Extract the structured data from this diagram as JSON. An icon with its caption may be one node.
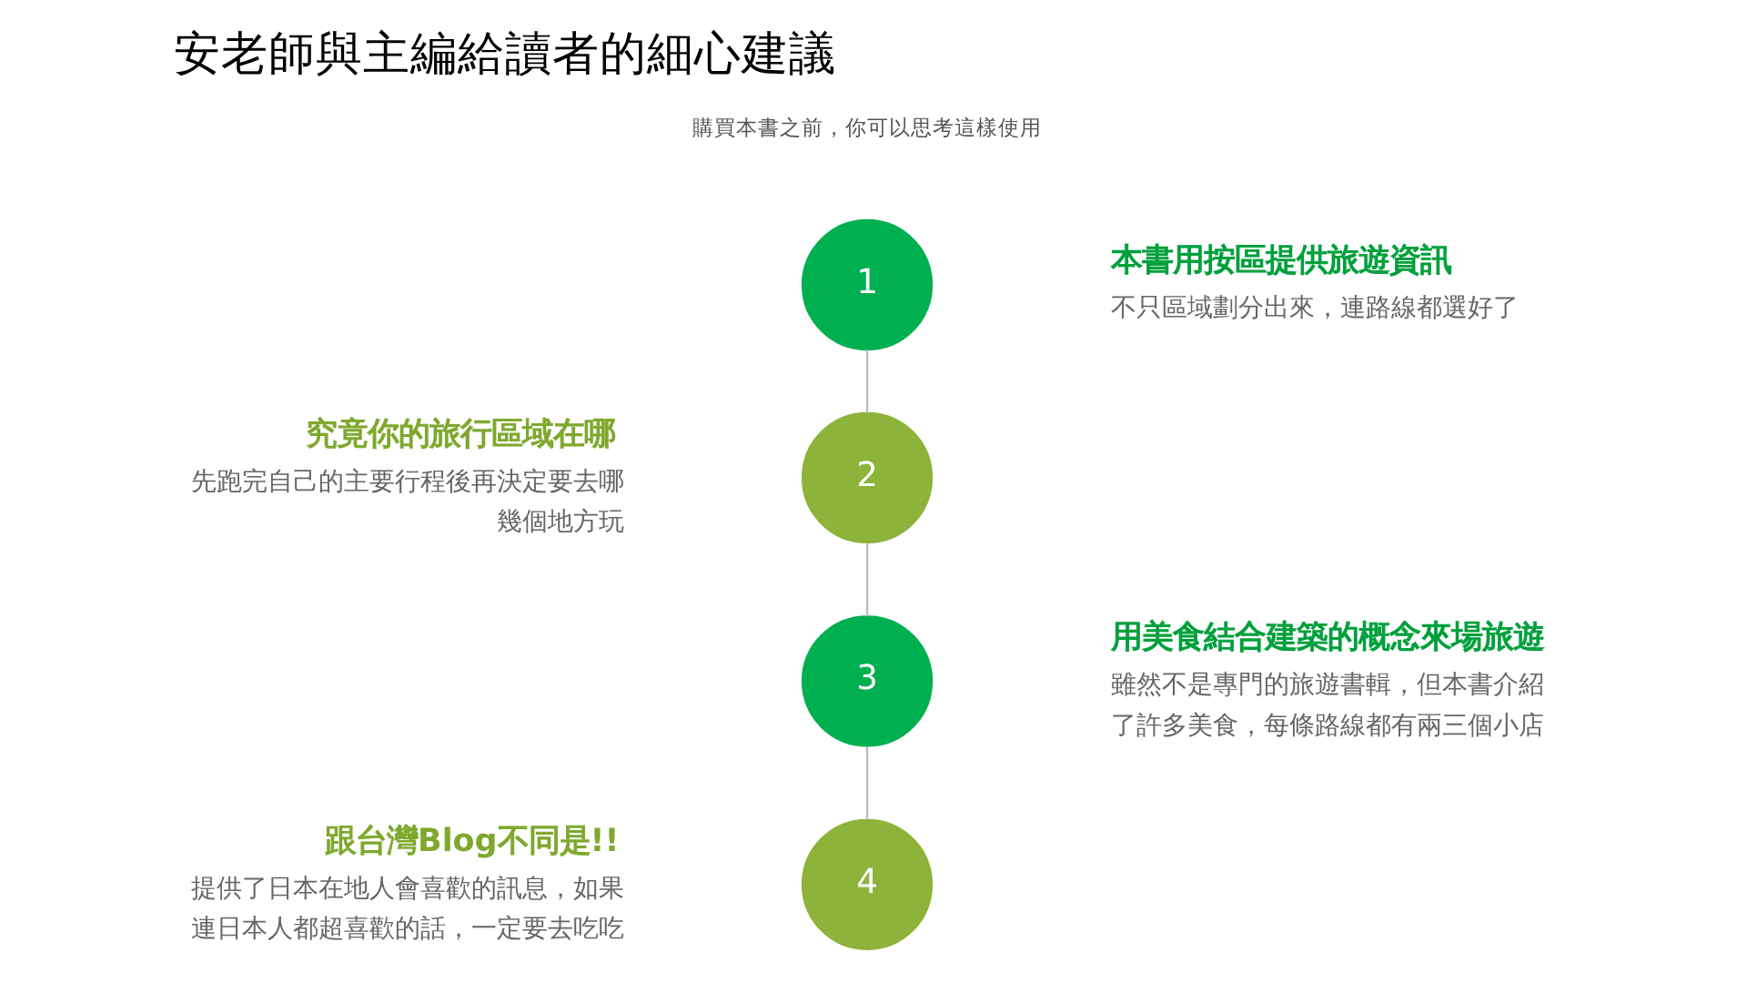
{
  "diagram": {
    "title": "安老師與主編給讀者的細心建議",
    "nodes": [
      {
        "text": [
          "1"
        ],
        "beside": [
          "本書用按區提供旅遊資訊",
          "不只區域劃分出來，連路線都選好了"
        ]
      },
      {
        "text": [
          "2"
        ],
        "beside": [
          "究竟你的旅行區域在哪",
          "先跑完自己的主要行程後再決定要去哪幾個地方玩"
        ]
      },
      {
        "text": [
          "3"
        ],
        "beside": [
          "用美食結合建築的概念來場旅遊",
          "雖然不是專門的旅遊書輯，但本書介紹了許多美食，每條路線都有兩三個小店"
        ]
      },
      {
        "text": [
          "4"
        ],
        "beside": [
          "跟台灣Blog不同是!!",
          "提供了日本在地人會喜歡的訊息，如果連日本人都超喜歡的話，一定要去吃吃"
        ]
      }
    ],
    "edges": [
      {
        "from": 0,
        "to": 1,
        "arrow": "none"
      },
      {
        "from": 1,
        "to": 2,
        "arrow": "none"
      },
      {
        "from": 2,
        "to": 3,
        "arrow": "none"
      }
    ],
    "labels": [
      "購買本書之前，你可以思考這樣使用"
    ]
  }
}
